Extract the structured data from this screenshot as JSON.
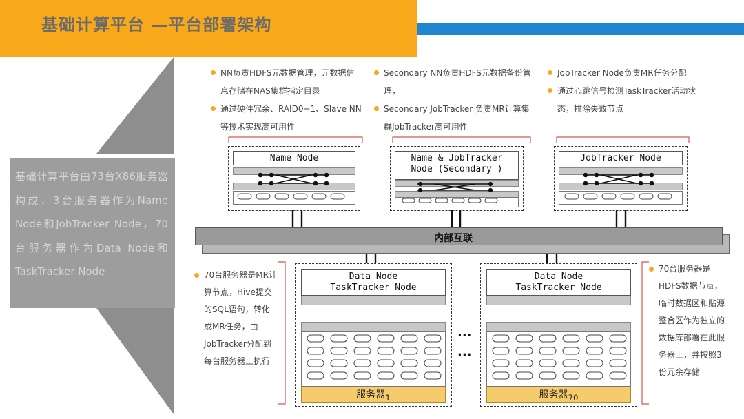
{
  "title": "基础计算平台 —平台部署架构",
  "left_panel": "基础计算平台由73台X86服务器构成，3台服务器作为Name Node和JobTracker Node，70台服务器作为Data Node和TaskTracker Node",
  "top_notes": {
    "name_node": [
      "NN负责HDFS元数据管理，元数据信息存储在NAS集群指定目录",
      "通过硬件冗余、RAID0+1、Slave NN等技术实现高可用性"
    ],
    "secondary": [
      "Secondary NN负责HDFS元数据备份管理，",
      "Secondary JobTracker 负责MR计算集群JobTracker高可用性"
    ],
    "jobtracker": [
      "JobTracker Node负责MR任务分配",
      "通过心跳信号检测TaskTracker活动状态，排除失效节点"
    ]
  },
  "nodes": {
    "name_node": "Name Node",
    "secondary_line1": "Name & JobTracker",
    "secondary_line2": "Node (Secondary )",
    "jobtracker_node": "JobTracker Node",
    "data_node_line1": "Data Node",
    "data_node_line2": "TaskTracker Node"
  },
  "bus_label": "内部互联",
  "servers": {
    "server1": "服务器",
    "server1_sub": "1",
    "server70": "服务器",
    "server70_sub": "70"
  },
  "ellipsis": "...",
  "left_note": "70台服务器是MR计算节点，Hive提交的SQL语句，转化成MR任务，由JobTracker分配到每台服务器上执行",
  "right_note": "70台服务器是HDFS数据节点，临时数据区和贴源整合区作为独立的数据库部署在此服务器上，并按照3份冗余存储",
  "colors": {
    "accent": "#f7a81b",
    "stripe": "#1f87cf",
    "panel": "#9d9d9d"
  }
}
